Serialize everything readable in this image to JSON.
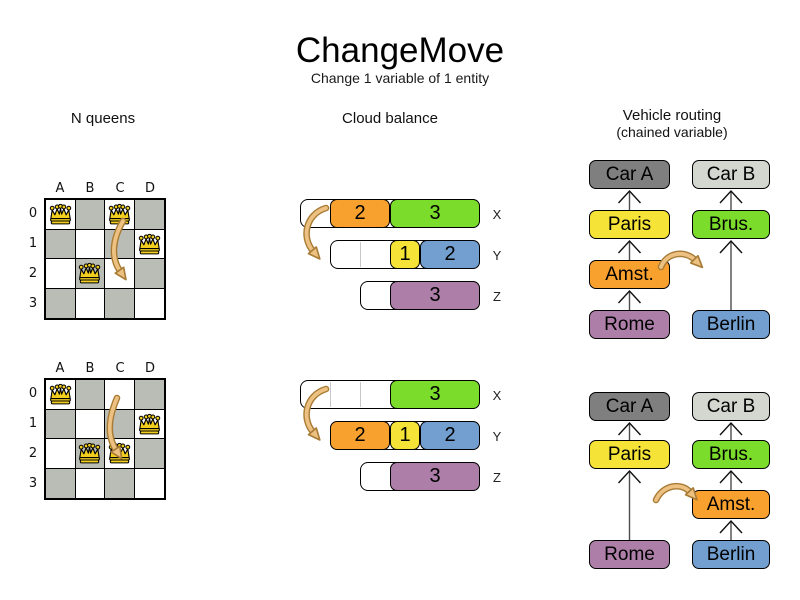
{
  "page": {
    "title": "ChangeMove",
    "subtitle": "Change 1 variable of 1 entity"
  },
  "colors": {
    "orange": "#f9a12f",
    "green": "#7bdc2c",
    "yellow": "#f5e337",
    "blue": "#729fcf",
    "purple": "#ad7fa8",
    "car_a_gray": "#7f7f7f",
    "car_b_gray": "#d3d7cf",
    "board_dark": "#babdb6",
    "board_light": "#ffffff",
    "queen_gold": "#f2cf1f",
    "move_arrow_fill": "#ecc181",
    "move_arrow_stroke": "#a87c36",
    "chain_line": "#4d4d4d",
    "chain_chevron": "#111111"
  },
  "nqueens": {
    "header": "N queens",
    "col_labels": [
      "A",
      "B",
      "C",
      "D"
    ],
    "row_labels": [
      "0",
      "1",
      "2",
      "3"
    ],
    "states": [
      {
        "name": "before",
        "queens": [
          {
            "col": "A",
            "row": 0
          },
          {
            "col": "C",
            "row": 0
          },
          {
            "col": "D",
            "row": 1
          },
          {
            "col": "B",
            "row": 2
          }
        ],
        "move": {
          "from": "C0",
          "to": "C2"
        }
      },
      {
        "name": "after",
        "queens": [
          {
            "col": "A",
            "row": 0
          },
          {
            "col": "D",
            "row": 1
          },
          {
            "col": "B",
            "row": 2
          },
          {
            "col": "C",
            "row": 2
          }
        ],
        "move": {
          "from": "C0",
          "to": "C2"
        }
      }
    ]
  },
  "cloud": {
    "header": "Cloud balance",
    "row_labels": [
      "X",
      "Y",
      "Z"
    ],
    "states": [
      {
        "name": "before",
        "rows": [
          {
            "label": "X",
            "container": {
              "start": 0,
              "units": 6
            },
            "dividers": [],
            "blocks": [
              {
                "value": "2",
                "color": "orange",
                "start": 1,
                "units": 2
              },
              {
                "value": "3",
                "color": "green",
                "start": 3,
                "units": 3
              }
            ]
          },
          {
            "label": "Y",
            "container": {
              "start": 1,
              "units": 5
            },
            "dividers": [
              2
            ],
            "blocks": [
              {
                "value": "1",
                "color": "yellow",
                "start": 3,
                "units": 1
              },
              {
                "value": "2",
                "color": "blue",
                "start": 4,
                "units": 2
              }
            ]
          },
          {
            "label": "Z",
            "container": {
              "start": 2,
              "units": 4
            },
            "dividers": [],
            "blocks": [
              {
                "value": "3",
                "color": "purple",
                "start": 3,
                "units": 3
              }
            ]
          }
        ],
        "move": {
          "process": "2",
          "from": "X",
          "to": "Y"
        }
      },
      {
        "name": "after",
        "rows": [
          {
            "label": "X",
            "container": {
              "start": 0,
              "units": 6
            },
            "dividers": [
              1,
              2
            ],
            "blocks": [
              {
                "value": "3",
                "color": "green",
                "start": 3,
                "units": 3
              }
            ]
          },
          {
            "label": "Y",
            "container": {
              "start": 1,
              "units": 5
            },
            "dividers": [],
            "blocks": [
              {
                "value": "2",
                "color": "orange",
                "start": 1,
                "units": 2
              },
              {
                "value": "1",
                "color": "yellow",
                "start": 3,
                "units": 1
              },
              {
                "value": "2",
                "color": "blue",
                "start": 4,
                "units": 2
              }
            ]
          },
          {
            "label": "Z",
            "container": {
              "start": 2,
              "units": 4
            },
            "dividers": [],
            "blocks": [
              {
                "value": "3",
                "color": "purple",
                "start": 3,
                "units": 3
              }
            ]
          }
        ],
        "move": {
          "process": "2",
          "from": "X",
          "to": "Y"
        }
      }
    ]
  },
  "vehicle": {
    "header": "Vehicle routing",
    "subheader": "(chained variable)",
    "states": [
      {
        "name": "before",
        "columns": [
          {
            "nodes": [
              {
                "label": "Car A",
                "color": "car_a_gray",
                "row": 0
              },
              {
                "label": "Paris",
                "color": "yellow",
                "row": 1
              },
              {
                "label": "Amst.",
                "color": "orange",
                "row": 2
              },
              {
                "label": "Rome",
                "color": "purple",
                "row": 3
              }
            ]
          },
          {
            "nodes": [
              {
                "label": "Car B",
                "color": "car_b_gray",
                "row": 0
              },
              {
                "label": "Brus.",
                "color": "green",
                "row": 1
              },
              {
                "label": "Berlin",
                "color": "blue",
                "row": 3
              }
            ]
          }
        ],
        "move": {
          "entity": "Amst.",
          "from": "Car A chain",
          "to": "Car B chain"
        }
      },
      {
        "name": "after",
        "columns": [
          {
            "nodes": [
              {
                "label": "Car A",
                "color": "car_a_gray",
                "row": 0
              },
              {
                "label": "Paris",
                "color": "yellow",
                "row": 1
              },
              {
                "label": "Rome",
                "color": "purple",
                "row": 3
              }
            ]
          },
          {
            "nodes": [
              {
                "label": "Car B",
                "color": "car_b_gray",
                "row": 0
              },
              {
                "label": "Brus.",
                "color": "green",
                "row": 1
              },
              {
                "label": "Amst.",
                "color": "orange",
                "row": 2
              },
              {
                "label": "Berlin",
                "color": "blue",
                "row": 3
              }
            ]
          }
        ],
        "move": {
          "entity": "Amst.",
          "from": "Car A chain",
          "to": "Car B chain"
        }
      }
    ]
  }
}
